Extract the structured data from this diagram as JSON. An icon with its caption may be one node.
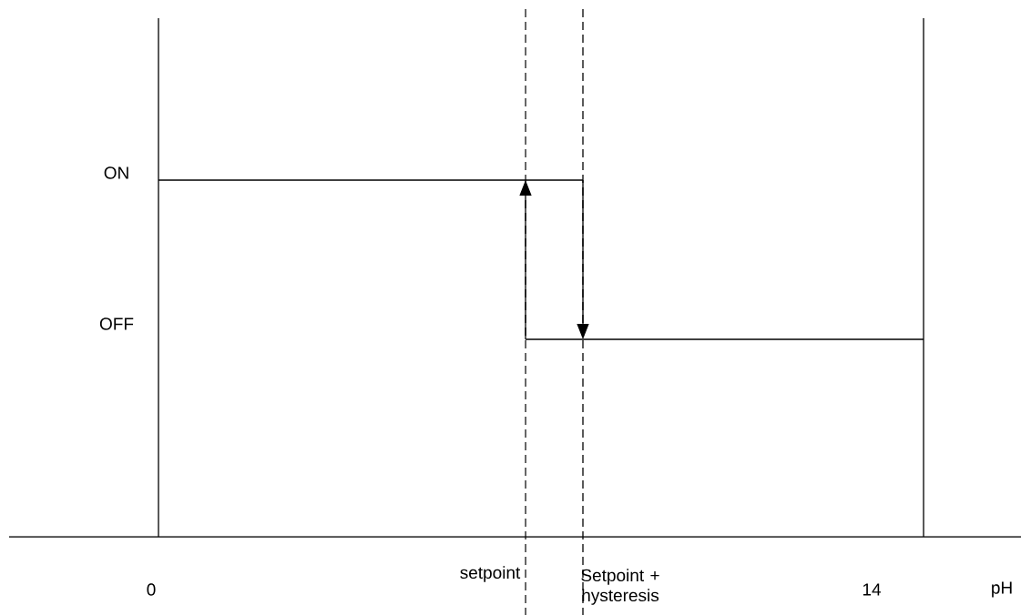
{
  "diagram": {
    "labels": [
      "ON",
      "OFF",
      "0",
      "setpoint",
      "Setpoint + hysteresis",
      "14",
      "pH"
    ]
  }
}
